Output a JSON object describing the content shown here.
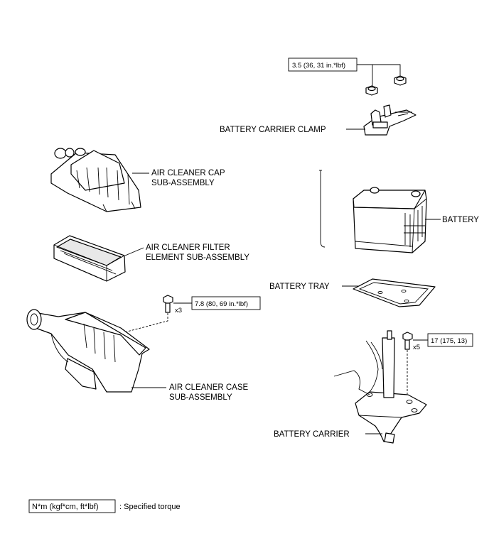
{
  "labels": {
    "battery_carrier_clamp": "BATTERY CARRIER CLAMP",
    "air_cleaner_cap_line1": "AIR CLEANER CAP",
    "air_cleaner_cap_line2": "SUB-ASSEMBLY",
    "battery": "BATTERY",
    "filter_line1": "AIR CLEANER FILTER",
    "filter_line2": "ELEMENT SUB-ASSEMBLY",
    "battery_tray": "BATTERY TRAY",
    "case_line1": "AIR CLEANER CASE",
    "case_line2": "SUB-ASSEMBLY",
    "battery_carrier": "BATTERY CARRIER"
  },
  "torques": {
    "clamp_nut": "3.5 (36, 31 in.*lbf)",
    "case_bolt": "7.8 (80, 69 in.*lbf)",
    "carrier_bolt": "17 (175, 13)"
  },
  "quantities": {
    "case_bolt": "x3",
    "carrier_bolt": "x5"
  },
  "legend": {
    "unit": "N*m (kgf*cm, ft*lbf)",
    "meaning": ": Specified torque"
  }
}
